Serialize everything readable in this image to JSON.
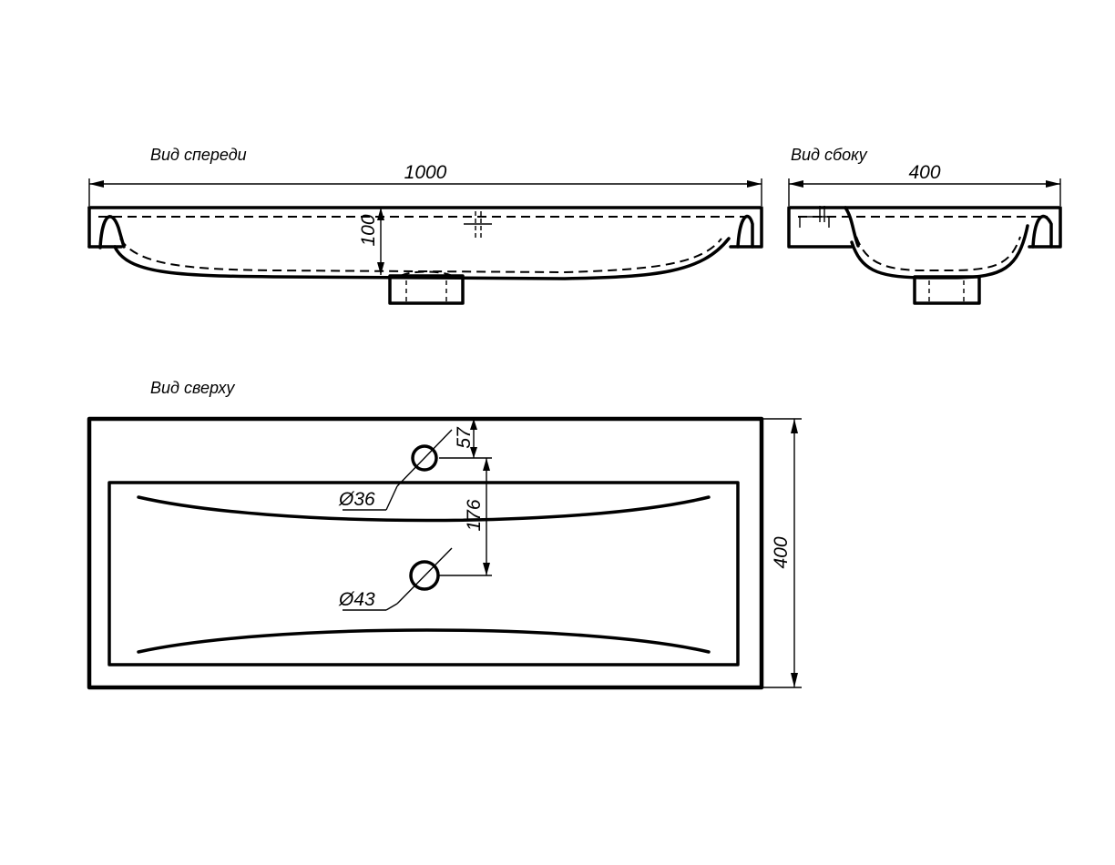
{
  "views": {
    "front": {
      "title": "Вид спереди",
      "width": "1000",
      "depth": "100"
    },
    "side": {
      "title": "Вид сбоку",
      "width": "400"
    },
    "top": {
      "title": "Вид сверху",
      "depth": "400",
      "tap_hole_offset": "57",
      "hole_spacing": "176",
      "tap_hole_diameter": "Ø36",
      "drain_hole_diameter": "Ø43"
    }
  }
}
